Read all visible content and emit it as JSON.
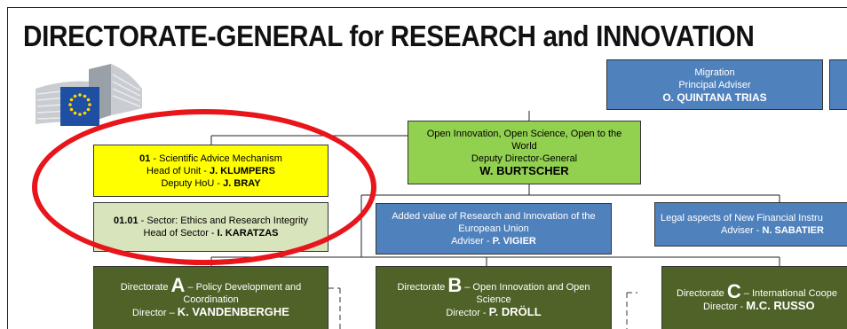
{
  "title": "DIRECTORATE-GENERAL for RESEARCH and INNOVATION",
  "logo": {
    "icon": "eu-flag-berlaymont-logo",
    "colors": {
      "flag": "#1f4fa3",
      "stars": "#ffd700",
      "building": "#b7bcc3"
    }
  },
  "colors": {
    "blue_box": "#4f81bd",
    "green_box": "#92d050",
    "yellow_box": "#ffff00",
    "pale_box": "#d8e4bc",
    "dark_box": "#4f6228",
    "highlight_oval": "#e8151b"
  },
  "migration": {
    "line1": "Migration",
    "line2": "Principal Adviser",
    "name": "O. QUINTANA TRIAS"
  },
  "deputy": {
    "line1": "Open Innovation, Open Science, Open to the",
    "line2": "World",
    "line3": "Deputy Director-General",
    "name": "W. BURTSCHER"
  },
  "unit01": {
    "code": "01",
    "desc": " - Scientific Advice Mechanism",
    "head_prefix": "Head of Unit - ",
    "head_name": "J. KLUMPERS",
    "deputy_prefix": "Deputy HoU - ",
    "deputy_name": "J. BRAY"
  },
  "sector0101": {
    "code": "01.01",
    "desc": " - Sector: Ethics and Research Integrity",
    "head_prefix": "Head of Sector - ",
    "head_name": "I. KARATZAS"
  },
  "added_value": {
    "line1": "Added value of Research and Innovation of the",
    "line2": "European Union",
    "adviser_prefix": "Adviser - ",
    "adviser_name": "P. VIGIER"
  },
  "legal": {
    "line1": "Legal aspects of New Financial Instru",
    "adviser_prefix": "Adviser - ",
    "adviser_name": "N. SABATIER"
  },
  "dirA": {
    "prefix": "Directorate ",
    "letter": "A",
    "rest": " – Policy Development and",
    "line2": "Coordination",
    "director_prefix": "Director – ",
    "director_name": "K. VANDENBERGHE"
  },
  "dirB": {
    "prefix": "Directorate ",
    "letter": "B",
    "rest": " – Open Innovation and Open",
    "line2": "Science",
    "director_prefix": "Director - ",
    "director_name": "P. DRÖLL"
  },
  "dirC": {
    "prefix": "Directorate ",
    "letter": "C",
    "rest": " – International Coope",
    "director_prefix": "Director - ",
    "director_name": "M.C. RUSSO"
  }
}
